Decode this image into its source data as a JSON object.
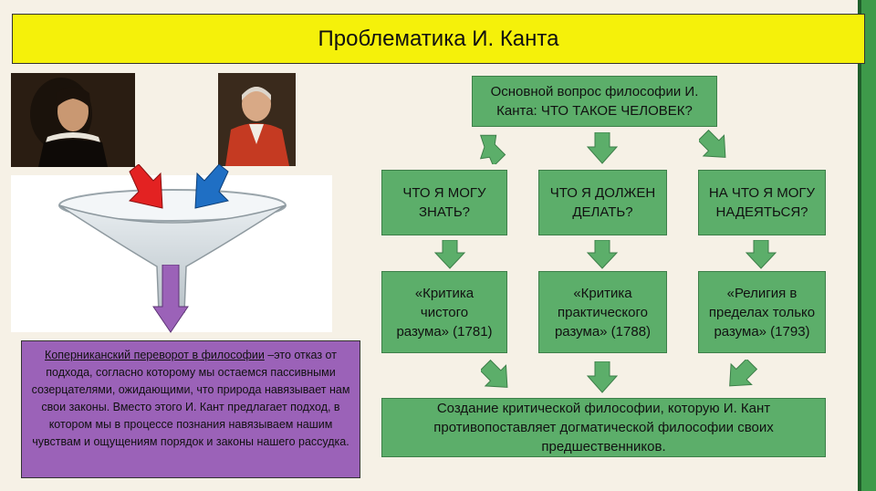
{
  "title": "Проблематика И. Канта",
  "main_question": "Основной вопрос философии И. Канта: ЧТО ТАКОЕ ЧЕЛОВЕК?",
  "questions": [
    "ЧТО Я МОГУ ЗНАТЬ?",
    "ЧТО Я ДОЛЖЕН ДЕЛАТЬ?",
    "НА ЧТО Я МОГУ НАДЕЯТЬСЯ?"
  ],
  "works": [
    "«Критика чистого разума» (1781)",
    "«Критика практического разума» (1788)",
    "«Религия в пределах только разума» (1793)"
  ],
  "conclusion": "Создание критической философии, которую И. Кант противопоставляет догматической философии своих предшественников.",
  "copernican": {
    "term": "Коперниканский переворот в философии",
    "text": " –это отказ от подхода, согласно которому мы остаемся пассивными созерцателями, ожидающими, что природа навязывает нам свои законы. Вместо этого И. Кант предлагает подход, в котором мы в процессе познания навязываем нашим чувствам и ощущениям порядок и законы нашего рассудка."
  },
  "colors": {
    "title_bg": "#f5f10a",
    "box_green": "#5cae6a",
    "purple": "#9b62b8",
    "arrow_red": "#e32222",
    "arrow_blue": "#1f6fc4"
  }
}
